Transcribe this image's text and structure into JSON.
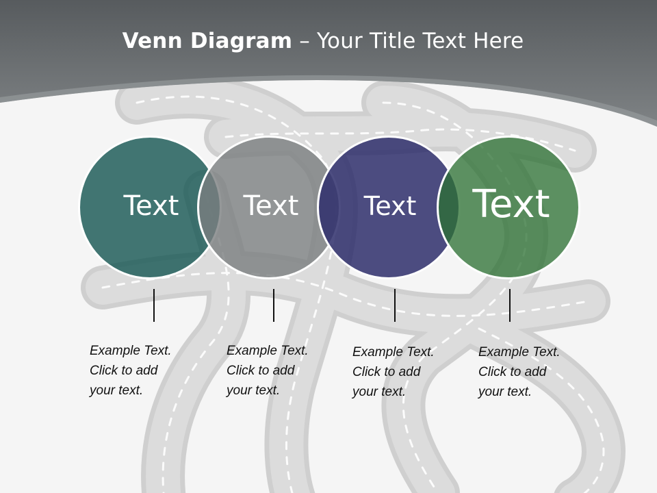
{
  "title": {
    "bold": "Venn Diagram",
    "rest": " – Your Title Text Here"
  },
  "colors": {
    "header": "#6e7274",
    "circle_1": "#1e5c58",
    "circle_2": "#7a7e80",
    "circle_3": "#30306c",
    "circle_4": "#2c7032"
  },
  "circles": [
    {
      "label": "Text"
    },
    {
      "label": "Text"
    },
    {
      "label": "Text"
    },
    {
      "label": "Text"
    }
  ],
  "descriptions": [
    {
      "line1": "Example Text.",
      "line2": "Click  to add",
      "line3": "your text."
    },
    {
      "line1": "Example Text.",
      "line2": "Click  to add",
      "line3": "your text."
    },
    {
      "line1": "Example Text.",
      "line2": "Click  to add",
      "line3": "your text."
    },
    {
      "line1": "Example Text.",
      "line2": "Click  to add",
      "line3": "your text."
    }
  ]
}
